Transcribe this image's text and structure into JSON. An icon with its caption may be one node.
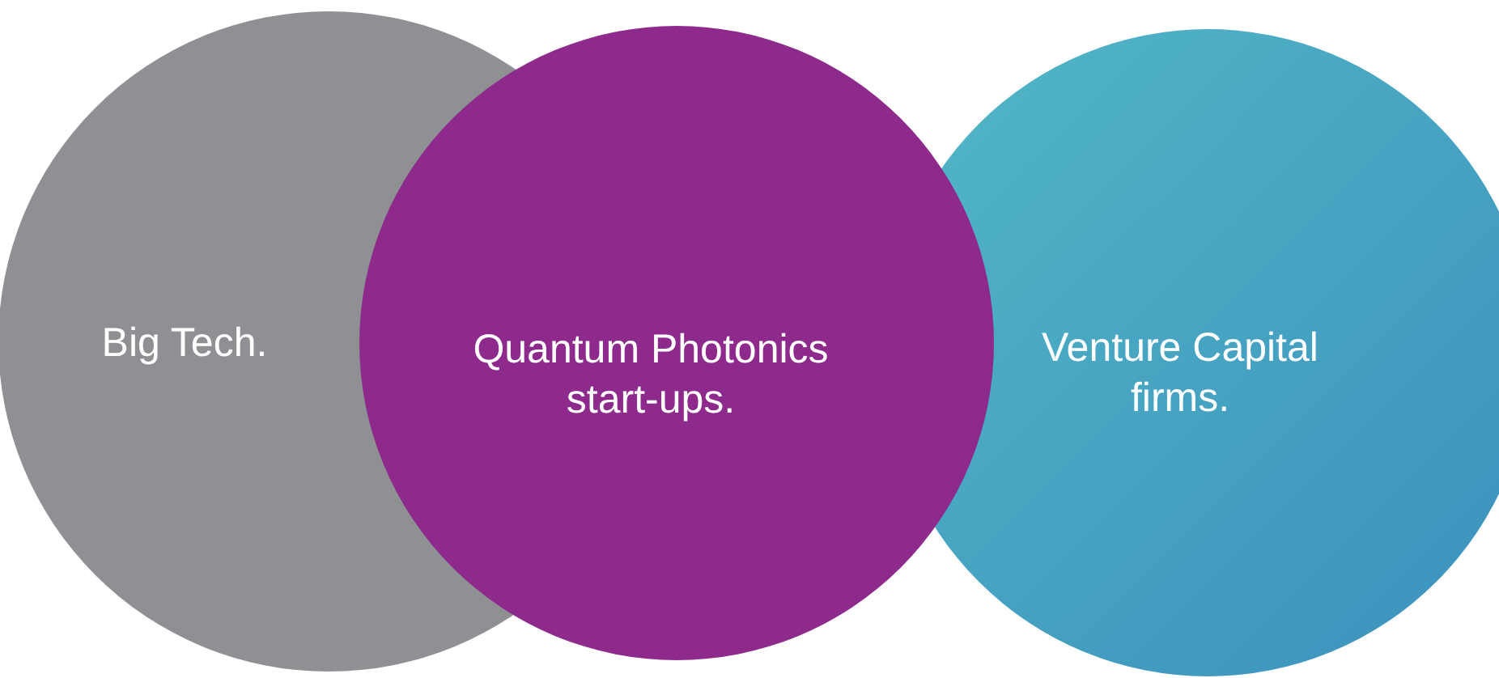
{
  "diagram": {
    "nodes": [
      {
        "text": [
          "Big Tech."
        ]
      },
      {
        "text": [
          "Quantum Photonics start-ups."
        ]
      },
      {
        "text": [
          "Venture Capital firms."
        ]
      }
    ]
  }
}
